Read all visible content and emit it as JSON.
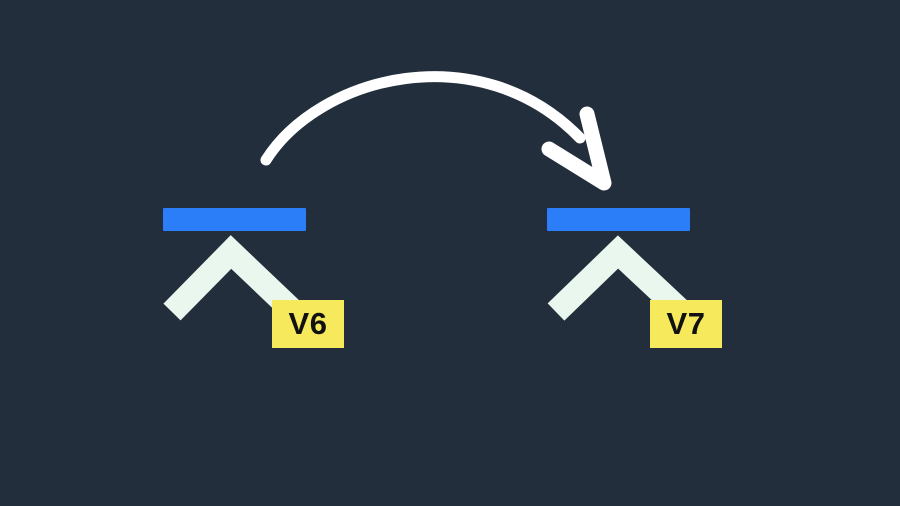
{
  "background_color": "#232e3c",
  "arrow": {
    "icon": "curved-arrow-icon",
    "color": "#ffffff",
    "from": "left",
    "to": "right"
  },
  "left": {
    "bar_color": "#2c7ef8",
    "chevron_icon": "chevron-up-icon",
    "chevron_color": "#e9f7ef",
    "label": "V6",
    "label_bg": "#f6e95c",
    "label_text_color": "#111111"
  },
  "right": {
    "bar_color": "#2c7ef8",
    "chevron_icon": "chevron-up-icon",
    "chevron_color": "#e9f7ef",
    "label": "V7",
    "label_bg": "#f6e95c",
    "label_text_color": "#111111"
  }
}
